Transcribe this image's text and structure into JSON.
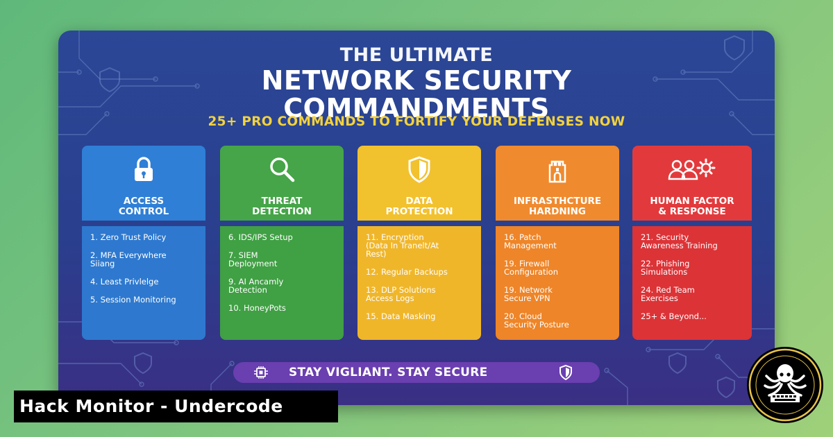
{
  "header": {
    "title_line1": "THE ULTIMATE",
    "title_line2": "NETWORK SECURITY",
    "title_line3": "COMMANDMENTS",
    "subtitle": "25+ PRO COMMANDS TO FORTIFY YOUR DEFENSES NOW"
  },
  "columns": [
    {
      "title": "ACCESS\nCONTROL",
      "icon": "padlock-icon",
      "color": "#2f7fd6",
      "items": [
        "1. Zero Trust Policy",
        "2. MFA Everywhere\n  Siiang",
        "4. Least Privlelge",
        "5. Session Monitoring"
      ]
    },
    {
      "title": "THREAT\nDETECTION",
      "icon": "magnifier-icon",
      "color": "#45a548",
      "items": [
        "6. IDS/IPS Setup",
        "7. SIEM\n  Deployment",
        "9. AI Ancamly\n  Detection",
        "10. HoneyPots"
      ]
    },
    {
      "title": "DATA\nPROTECTION",
      "icon": "shield-icon",
      "color": "#f2c12e",
      "items": [
        "11. Encryption\n  (Data In Tranelt/At\n  Rest)",
        "12. Regular Backups",
        "13. DLP Solutions\n  Access Logs",
        "15. Data Masking"
      ]
    },
    {
      "title": "INFRASTHCTURE\nHARDNING",
      "icon": "castle-tower-icon",
      "color": "#f08a2e",
      "items": [
        "16. Patch\n  Management",
        "19. Firewall\n  Configuration",
        "19. Network\n  Secure VPN",
        "20. Cloud\n  Security Posture"
      ]
    },
    {
      "title": "HUMAN FACTOR\n& RESPONSE",
      "icon": "people-gear-icon",
      "color": "#e23a3c",
      "items": [
        "21. Security\n  Awareness Training",
        "22. Phishing\n  Simulations",
        "24. Red Team\n  Exercises",
        "25+ & Beyond..."
      ]
    }
  ],
  "banner": {
    "text": "STAY VIGLIANT. STAY SECURE",
    "left_icon": "chip-icon",
    "right_icon": "shield-icon",
    "color": "#6a3fb0"
  },
  "watermark": {
    "text": "Hack Monitor - Undercode"
  },
  "colors": {
    "background_start": "#5fb87a",
    "background_end": "#9fd07a",
    "poster": "#2b4796",
    "subtitle": "#f3d23d"
  },
  "logo": {
    "icon": "octopus-logo-icon"
  }
}
